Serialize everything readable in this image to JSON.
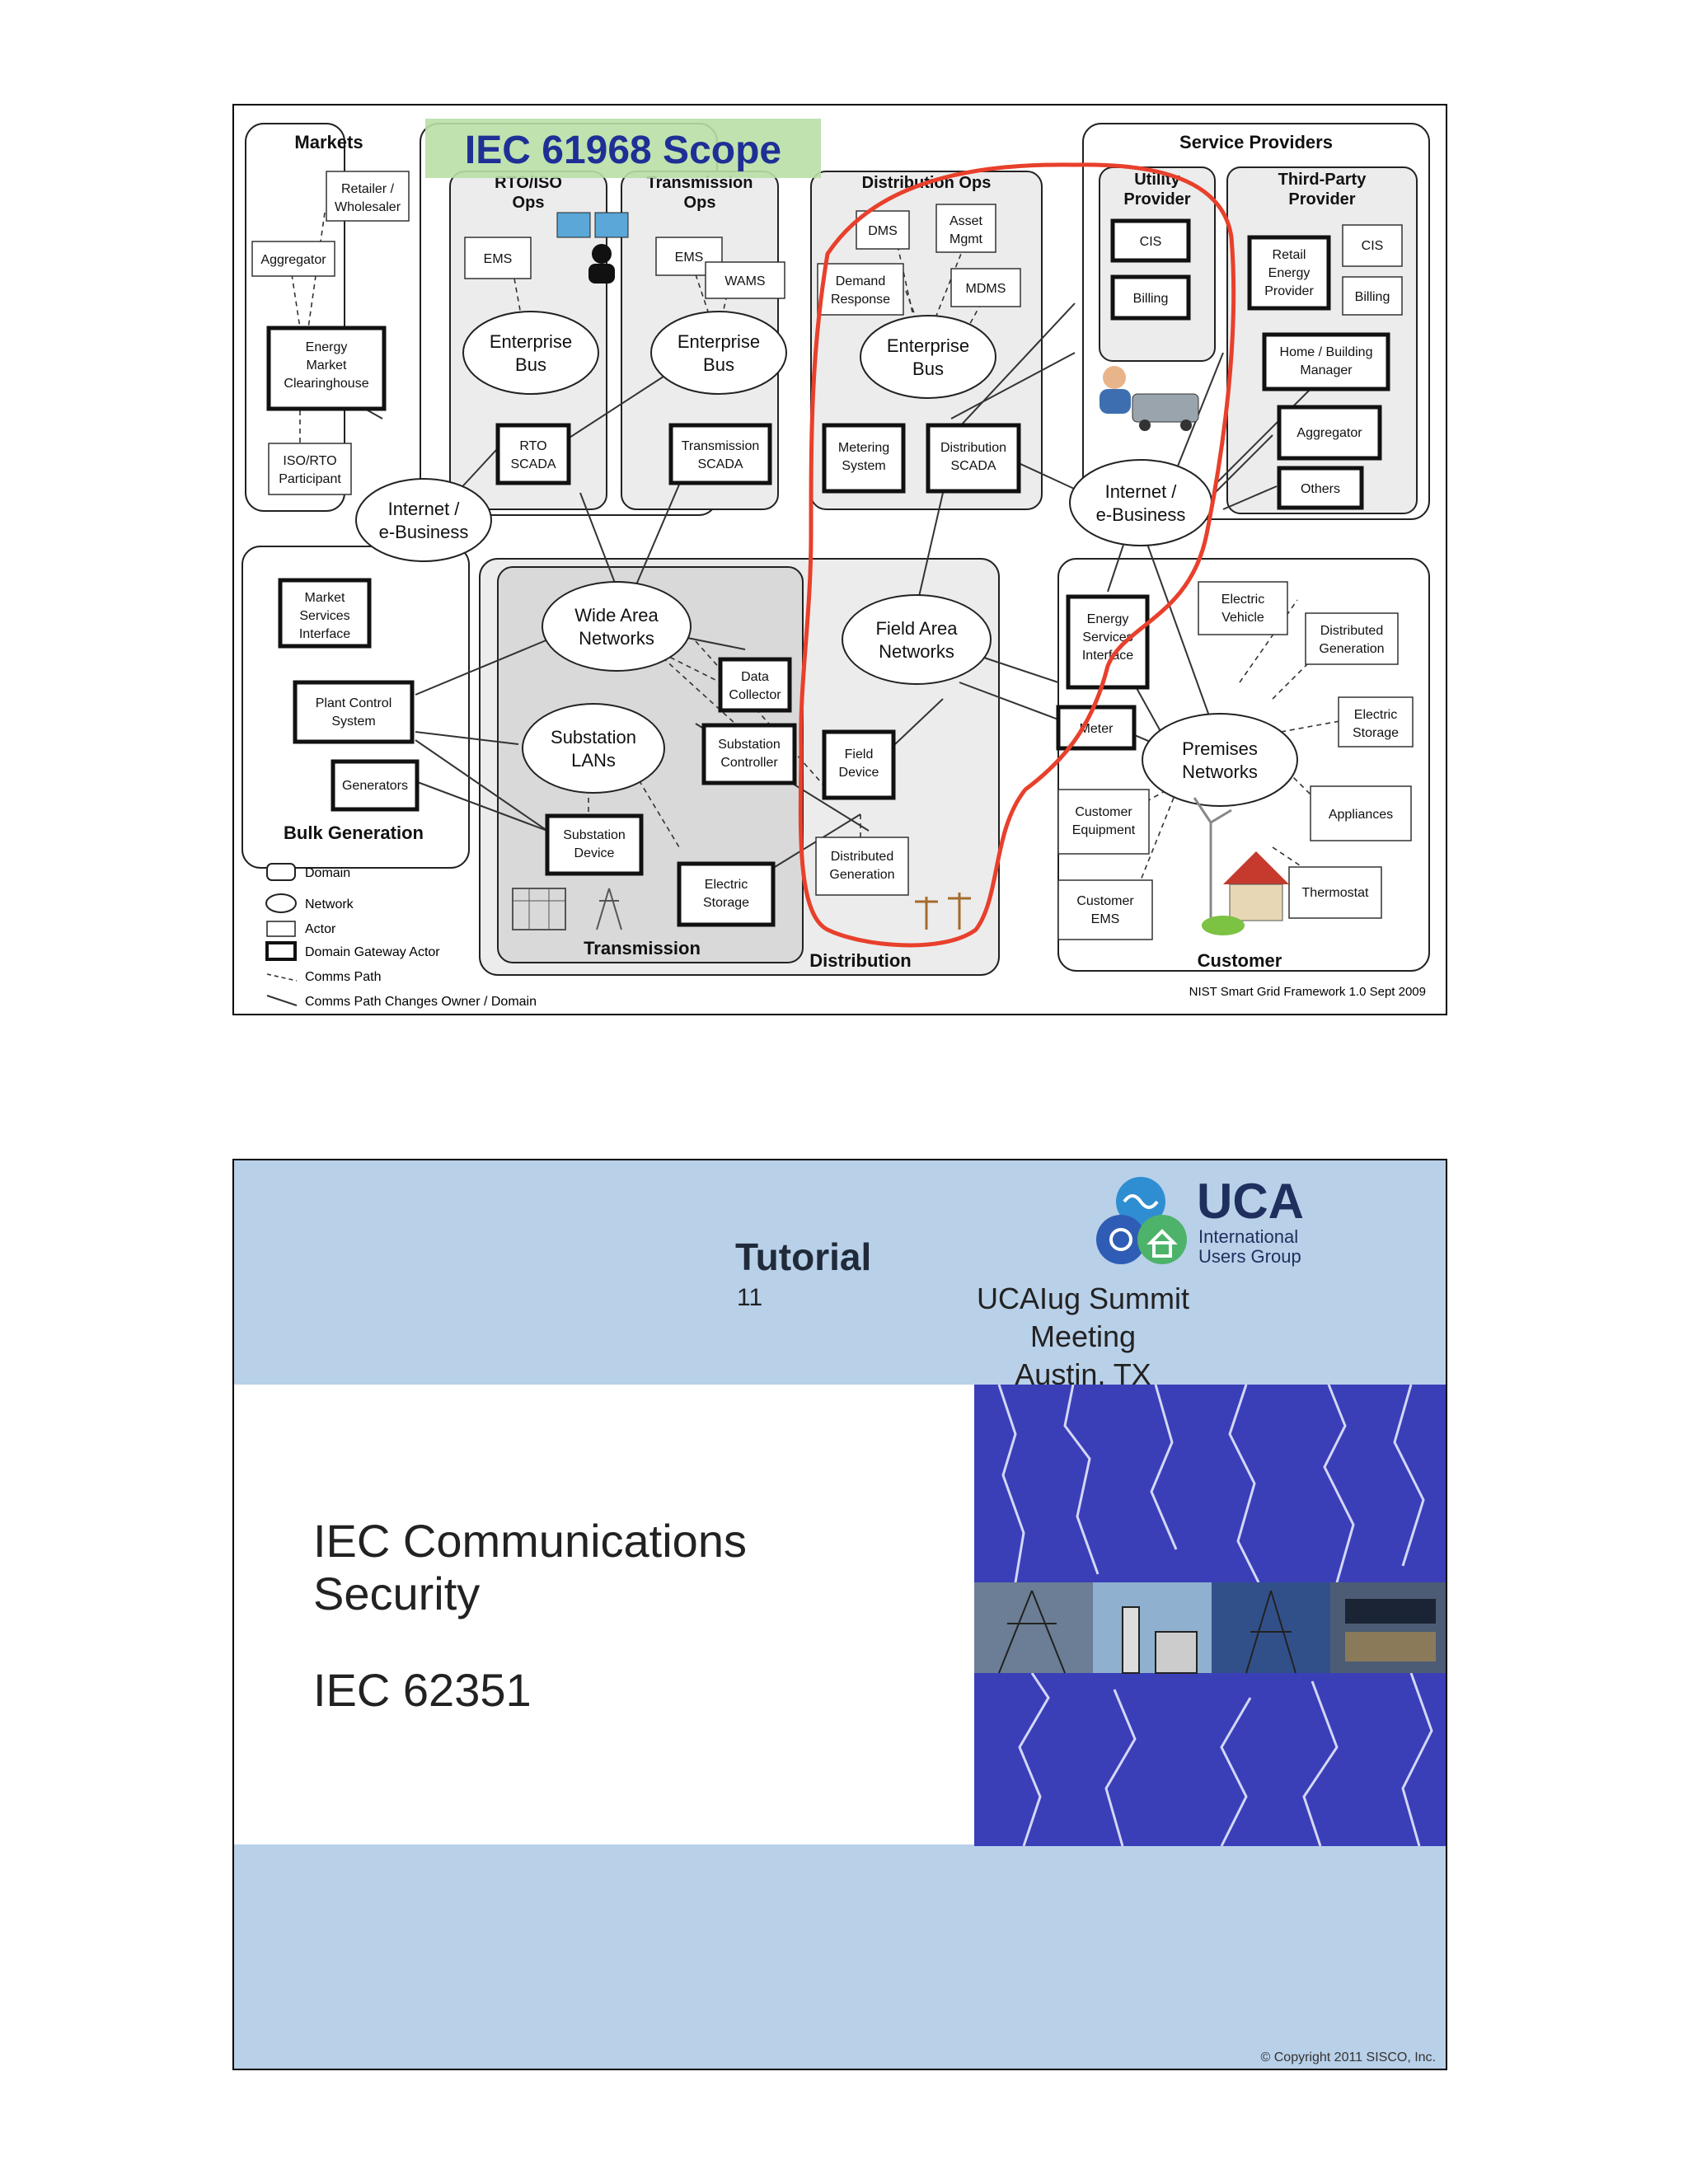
{
  "diagram": {
    "scope_label": "IEC 61968 Scope",
    "domains": {
      "markets": "Markets",
      "service_providers": "Service Providers",
      "bulk_generation": "Bulk Generation",
      "transmission": "Transmission",
      "distribution": "Distribution",
      "customer": "Customer"
    },
    "sub_domains": {
      "rto_iso_ops": [
        "RTO/ISO",
        "Ops"
      ],
      "transmission_ops": [
        "Transmission",
        "Ops"
      ],
      "distribution_ops": "Distribution Ops",
      "utility_provider": [
        "Utility",
        "Provider"
      ],
      "third_party_provider": [
        "Third-Party",
        "Provider"
      ]
    },
    "networks": {
      "enterprise_bus": [
        "Enterprise",
        "Bus"
      ],
      "internet_ebusiness": [
        "Internet /",
        "e-Business"
      ],
      "wide_area_networks": [
        "Wide Area",
        "Networks"
      ],
      "field_area_networks": [
        "Field Area",
        "Networks"
      ],
      "substation_lans": [
        "Substation",
        "LANs"
      ],
      "premises_networks": [
        "Premises",
        "Networks"
      ]
    },
    "actors": {
      "retailer_wholesaler": [
        "Retailer /",
        "Wholesaler"
      ],
      "aggregator": "Aggregator",
      "energy_market_clearinghouse": [
        "Energy",
        "Market",
        "Clearinghouse"
      ],
      "iso_rto_participant": [
        "ISO/RTO",
        "Participant"
      ],
      "ems": "EMS",
      "wams": "WAMS",
      "rto_scada": [
        "RTO",
        "SCADA"
      ],
      "transmission_scada": [
        "Transmission",
        "SCADA"
      ],
      "dms": "DMS",
      "asset_mgmt": [
        "Asset",
        "Mgmt"
      ],
      "demand_response": [
        "Demand",
        "Response"
      ],
      "mdms": "MDMS",
      "metering_system": [
        "Metering",
        "System"
      ],
      "distribution_scada": [
        "Distribution",
        "SCADA"
      ],
      "cis": "CIS",
      "billing": "Billing",
      "retail_energy_provider": [
        "Retail",
        "Energy",
        "Provider"
      ],
      "home_building_manager": [
        "Home / Building",
        "Manager"
      ],
      "others": "Others",
      "market_services_interface": [
        "Market",
        "Services",
        "Interface"
      ],
      "plant_control_system": [
        "Plant Control",
        "System"
      ],
      "generators": "Generators",
      "data_collector": [
        "Data",
        "Collector"
      ],
      "substation_controller": [
        "Substation",
        "Controller"
      ],
      "substation_device": [
        "Substation",
        "Device"
      ],
      "electric_storage": [
        "Electric",
        "Storage"
      ],
      "field_device": [
        "Field",
        "Device"
      ],
      "distributed_generation": [
        "Distributed",
        "Generation"
      ],
      "energy_services_interface": [
        "Energy",
        "Services",
        "Interface"
      ],
      "meter": "Meter",
      "electric_vehicle": [
        "Electric",
        "Vehicle"
      ],
      "customer_equipment": [
        "Customer",
        "Equipment"
      ],
      "customer_ems": [
        "Customer",
        "EMS"
      ],
      "appliances": "Appliances",
      "thermostat": "Thermostat"
    },
    "legend": {
      "domain": "Domain",
      "network": "Network",
      "actor": "Actor",
      "domain_gateway_actor": "Domain Gateway Actor",
      "comms_path": "Comms Path",
      "comms_path_changes": "Comms Path Changes Owner / Domain"
    },
    "source": "NIST Smart Grid Framework 1.0 Sept 2009",
    "colors": {
      "scope_highlight": "#b9dfa6",
      "scope_text": "#1e2f96",
      "red_outline": "#e8402c"
    }
  },
  "slide2": {
    "title": "Tutorial",
    "number": "11",
    "meeting_line1": "UCAIug Summit Meeting",
    "meeting_line2": "Austin, TX",
    "logo_big": "UCA",
    "logo_line1": "International",
    "logo_line2": "Users Group",
    "main_title_line1": "IEC Communications",
    "main_title_line2": "Security",
    "subtitle": "IEC 62351",
    "copyright": "© Copyright 2011  SISCO, Inc.",
    "colors": {
      "band": "#b9d0e9",
      "lightning_bg": "#2a2e9c"
    }
  }
}
